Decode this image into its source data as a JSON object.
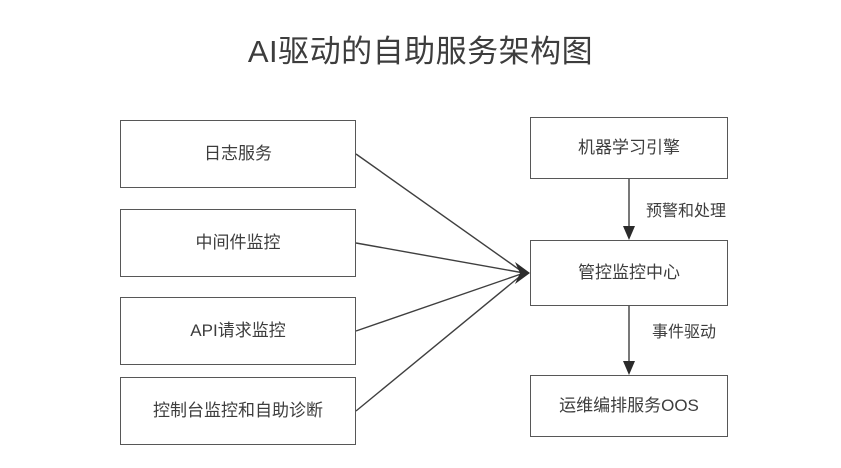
{
  "diagram": {
    "title": "AI驱动的自助服务架构图",
    "background_color": "#ffffff",
    "line_color": "#3f3f3f",
    "text_color": "#3d3d3d",
    "border_color": "#575757",
    "nodes": {
      "log_service": "日志服务",
      "middleware_monitor": "中间件监控",
      "api_monitor": "API请求监控",
      "console_monitor": "控制台监控和自助诊断",
      "ml_engine": "机器学习引擎",
      "control_center": "管控监控中心",
      "oos_service": "运维编排服务OOS"
    },
    "edge_labels": {
      "alert_and_handle": "预警和处理",
      "event_driven": "事件驱动"
    }
  }
}
